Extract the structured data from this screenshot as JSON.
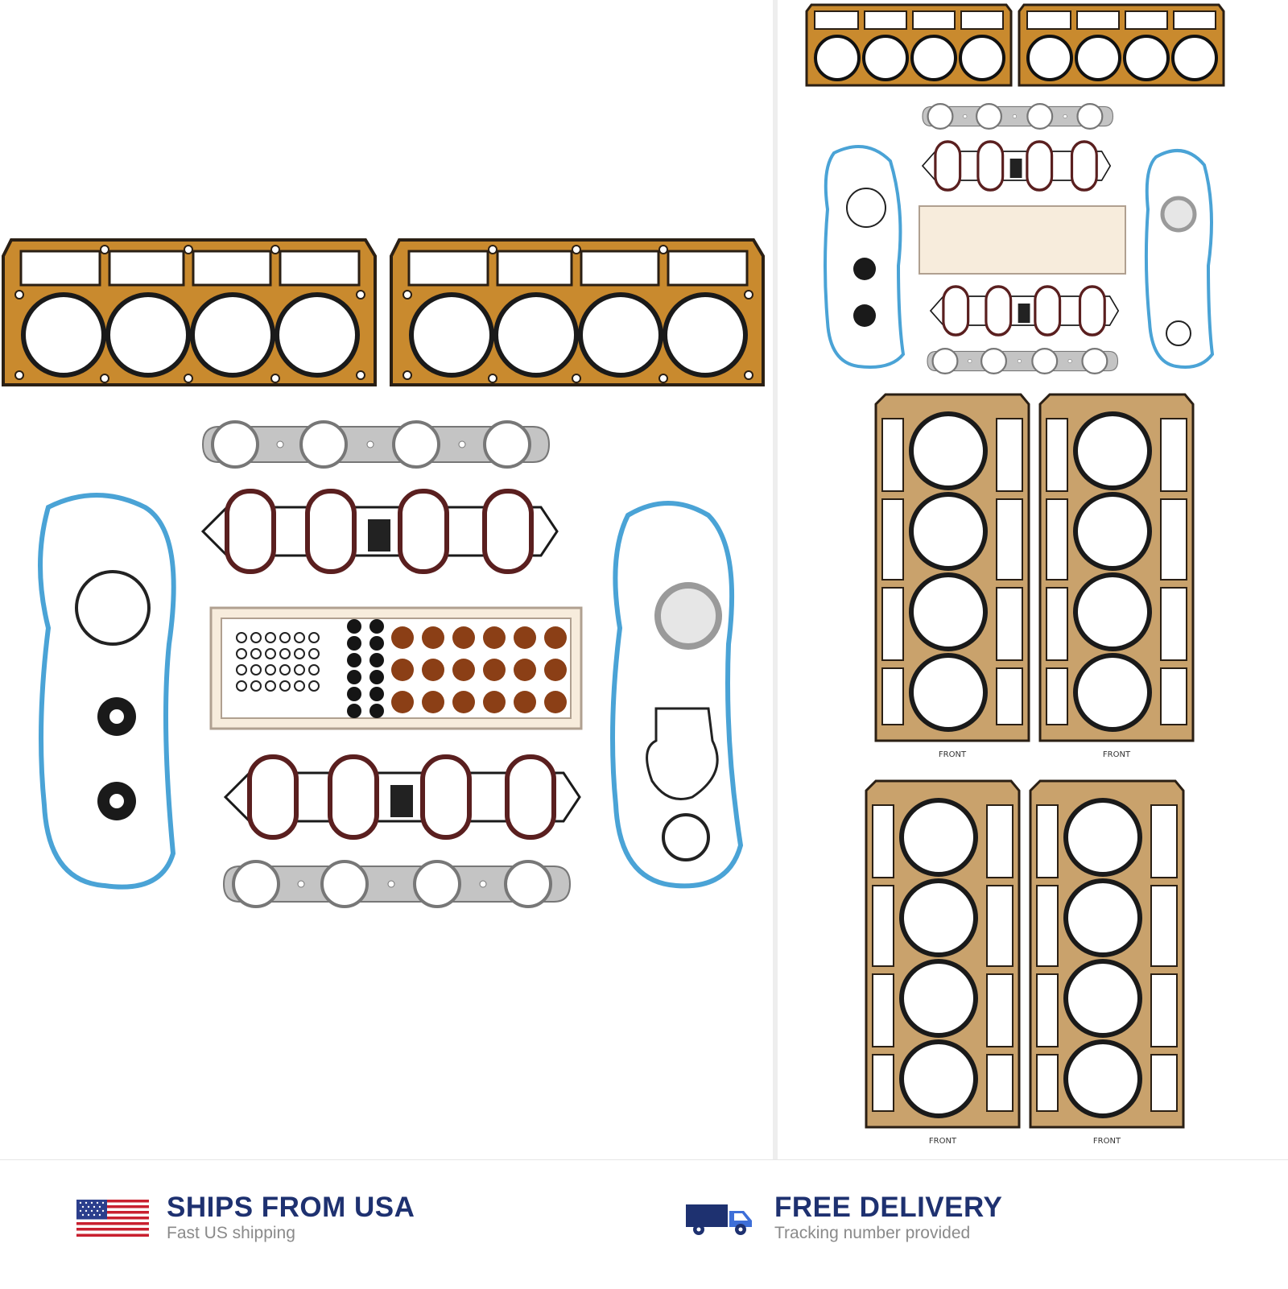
{
  "product_images": {
    "left_item": "gasket-set-overview-icon",
    "right_item": "gasket-set-closeup-icon",
    "gasket_stamp": "FRONT",
    "colors": {
      "head_gasket_copper": "#c98a2e",
      "mls_gasket_gold": "#c9a26c",
      "gasket_outline": "#2a1f14",
      "valve_cover_blue": "#4aa3d6",
      "seal_brown": "#8b3f16",
      "exhaust_gray": "#b9b9b9"
    }
  },
  "footer": {
    "shipping": {
      "title": "SHIPS FROM USA",
      "subtitle": "Fast US shipping",
      "icon": "us-flag-icon"
    },
    "delivery": {
      "title": "FREE DELIVERY",
      "subtitle": "Tracking number provided",
      "icon": "delivery-truck-icon"
    },
    "accent_color": "#1e3170"
  }
}
